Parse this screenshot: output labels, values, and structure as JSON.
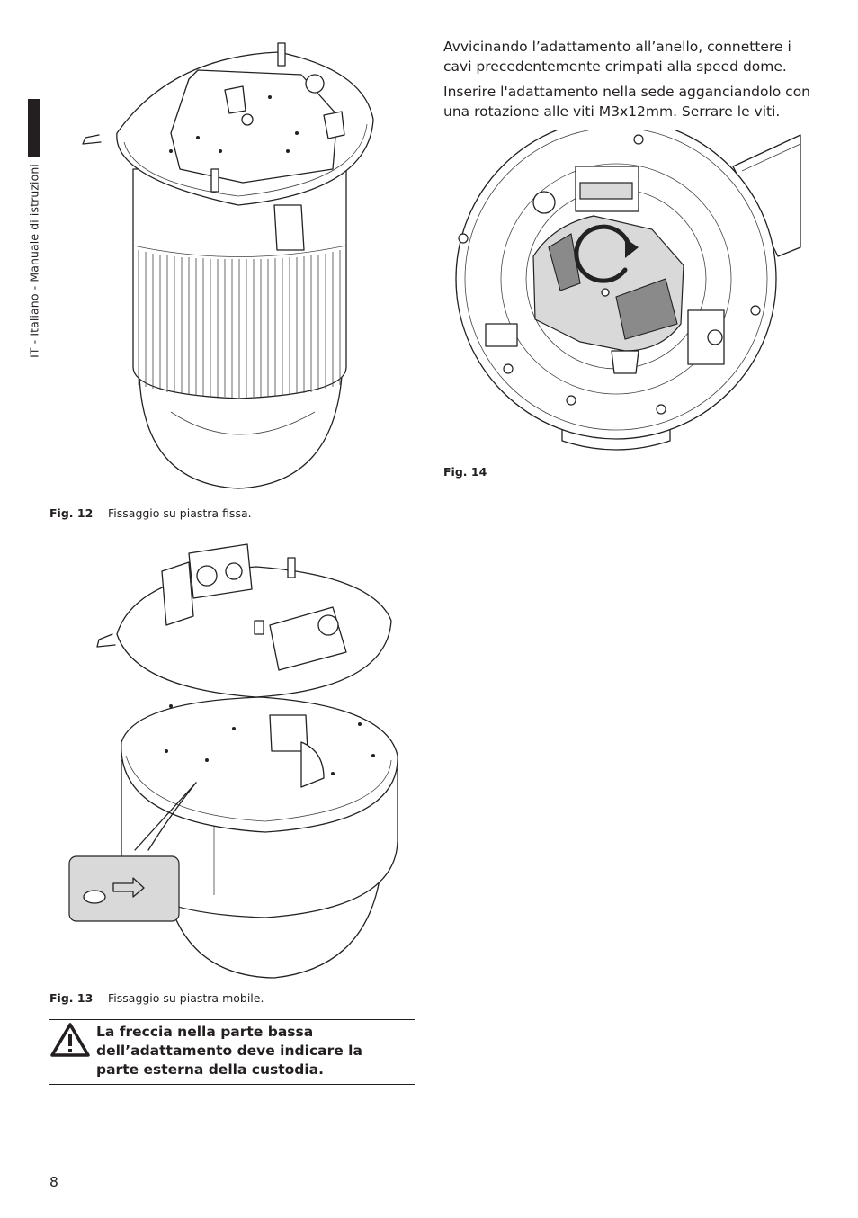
{
  "side": {
    "label": "IT - Italiano - Manuale di istruzioni"
  },
  "figures": {
    "fig12": {
      "number": "Fig. 12",
      "caption": "Fissaggio su piastra fissa."
    },
    "fig13": {
      "number": "Fig. 13",
      "caption": "Fissaggio su piastra mobile."
    },
    "fig14": {
      "number": "Fig. 14",
      "caption": ""
    }
  },
  "text": {
    "para1": "Avvicinando l’adattamento all’anello, connettere i cavi precedentemente crimpati alla speed dome.",
    "para2": "Inserire l'adattamento nella sede agganciandolo con una rotazione alle viti M3x12mm. Serrare le viti."
  },
  "warning": {
    "icon": "warning-triangle-icon",
    "text": "La freccia nella parte bassa dell’adattamento deve indicare la parte esterna della custodia."
  },
  "footer": {
    "page_number": "8"
  }
}
